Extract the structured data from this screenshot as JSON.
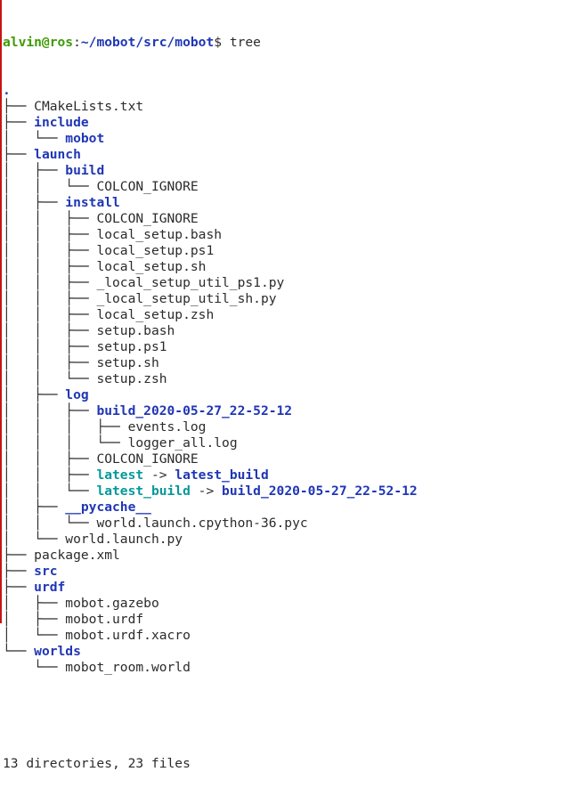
{
  "prompt": {
    "user_host": "alvin@ros",
    "sep": ":",
    "path": "~/mobot/src/mobot",
    "symbol": "$ ",
    "command": "tree"
  },
  "tree": [
    {
      "prefix": "",
      "name": ".",
      "kind": "dir"
    },
    {
      "prefix": "├── ",
      "name": "CMakeLists.txt",
      "kind": "file"
    },
    {
      "prefix": "├── ",
      "name": "include",
      "kind": "dir"
    },
    {
      "prefix": "│   └── ",
      "name": "mobot",
      "kind": "dir"
    },
    {
      "prefix": "├── ",
      "name": "launch",
      "kind": "dir"
    },
    {
      "prefix": "│   ├── ",
      "name": "build",
      "kind": "dir"
    },
    {
      "prefix": "│   │   └── ",
      "name": "COLCON_IGNORE",
      "kind": "file"
    },
    {
      "prefix": "│   ├── ",
      "name": "install",
      "kind": "dir"
    },
    {
      "prefix": "│   │   ├── ",
      "name": "COLCON_IGNORE",
      "kind": "file"
    },
    {
      "prefix": "│   │   ├── ",
      "name": "local_setup.bash",
      "kind": "file"
    },
    {
      "prefix": "│   │   ├── ",
      "name": "local_setup.ps1",
      "kind": "file"
    },
    {
      "prefix": "│   │   ├── ",
      "name": "local_setup.sh",
      "kind": "file"
    },
    {
      "prefix": "│   │   ├── ",
      "name": "_local_setup_util_ps1.py",
      "kind": "file"
    },
    {
      "prefix": "│   │   ├── ",
      "name": "_local_setup_util_sh.py",
      "kind": "file"
    },
    {
      "prefix": "│   │   ├── ",
      "name": "local_setup.zsh",
      "kind": "file"
    },
    {
      "prefix": "│   │   ├── ",
      "name": "setup.bash",
      "kind": "file"
    },
    {
      "prefix": "│   │   ├── ",
      "name": "setup.ps1",
      "kind": "file"
    },
    {
      "prefix": "│   │   ├── ",
      "name": "setup.sh",
      "kind": "file"
    },
    {
      "prefix": "│   │   └── ",
      "name": "setup.zsh",
      "kind": "file"
    },
    {
      "prefix": "│   ├── ",
      "name": "log",
      "kind": "dir"
    },
    {
      "prefix": "│   │   ├── ",
      "name": "build_2020-05-27_22-52-12",
      "kind": "dir"
    },
    {
      "prefix": "│   │   │   ├── ",
      "name": "events.log",
      "kind": "file"
    },
    {
      "prefix": "│   │   │   └── ",
      "name": "logger_all.log",
      "kind": "file"
    },
    {
      "prefix": "│   │   ├── ",
      "name": "COLCON_IGNORE",
      "kind": "file"
    },
    {
      "prefix": "│   │   ├── ",
      "name": "latest",
      "kind": "link",
      "arrow": " -> ",
      "target": "latest_build"
    },
    {
      "prefix": "│   │   └── ",
      "name": "latest_build",
      "kind": "link",
      "arrow": " -> ",
      "target": "build_2020-05-27_22-52-12"
    },
    {
      "prefix": "│   ├── ",
      "name": "__pycache__",
      "kind": "dir"
    },
    {
      "prefix": "│   │   └── ",
      "name": "world.launch.cpython-36.pyc",
      "kind": "file"
    },
    {
      "prefix": "│   └── ",
      "name": "world.launch.py",
      "kind": "file"
    },
    {
      "prefix": "├── ",
      "name": "package.xml",
      "kind": "file"
    },
    {
      "prefix": "├── ",
      "name": "src",
      "kind": "dir"
    },
    {
      "prefix": "├── ",
      "name": "urdf",
      "kind": "dir"
    },
    {
      "prefix": "│   ├── ",
      "name": "mobot.gazebo",
      "kind": "file"
    },
    {
      "prefix": "│   ├── ",
      "name": "mobot.urdf",
      "kind": "file"
    },
    {
      "prefix": "│   └── ",
      "name": "mobot.urdf.xacro",
      "kind": "file"
    },
    {
      "prefix": "└── ",
      "name": "worlds",
      "kind": "dir"
    },
    {
      "prefix": "    └── ",
      "name": "mobot_room.world",
      "kind": "file"
    }
  ],
  "summary": "13 directories, 23 files",
  "colors": {
    "background": "#ffffff",
    "user": "#3e9a06",
    "directory": "#1f36b5",
    "symlink": "#06989a",
    "text": "#2b2b2b"
  }
}
